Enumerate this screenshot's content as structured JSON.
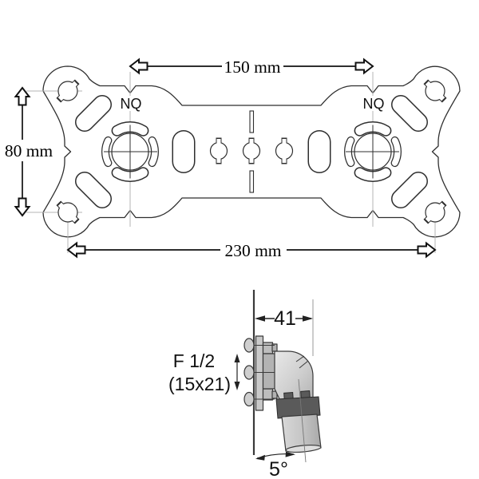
{
  "top_view": {
    "hole_spacing_label": "150 mm",
    "vertical_spacing_label": "80 mm",
    "overall_width_label": "230 mm",
    "left_marking": "NQ",
    "right_marking": "NQ"
  },
  "side_view": {
    "depth_label": "41",
    "thread_label_line1": "F 1/2",
    "thread_label_line2": "(15x21)",
    "angle_label": "5°"
  },
  "colors": {
    "background": "#ffffff",
    "outline": "#2f2f2f",
    "dimension_line": "#111111",
    "extension_line": "#b4b4b4",
    "fitting_light": "#e6e6e6",
    "fitting_mid": "#c6c6c6",
    "fitting_dark": "#5a5a5a"
  }
}
